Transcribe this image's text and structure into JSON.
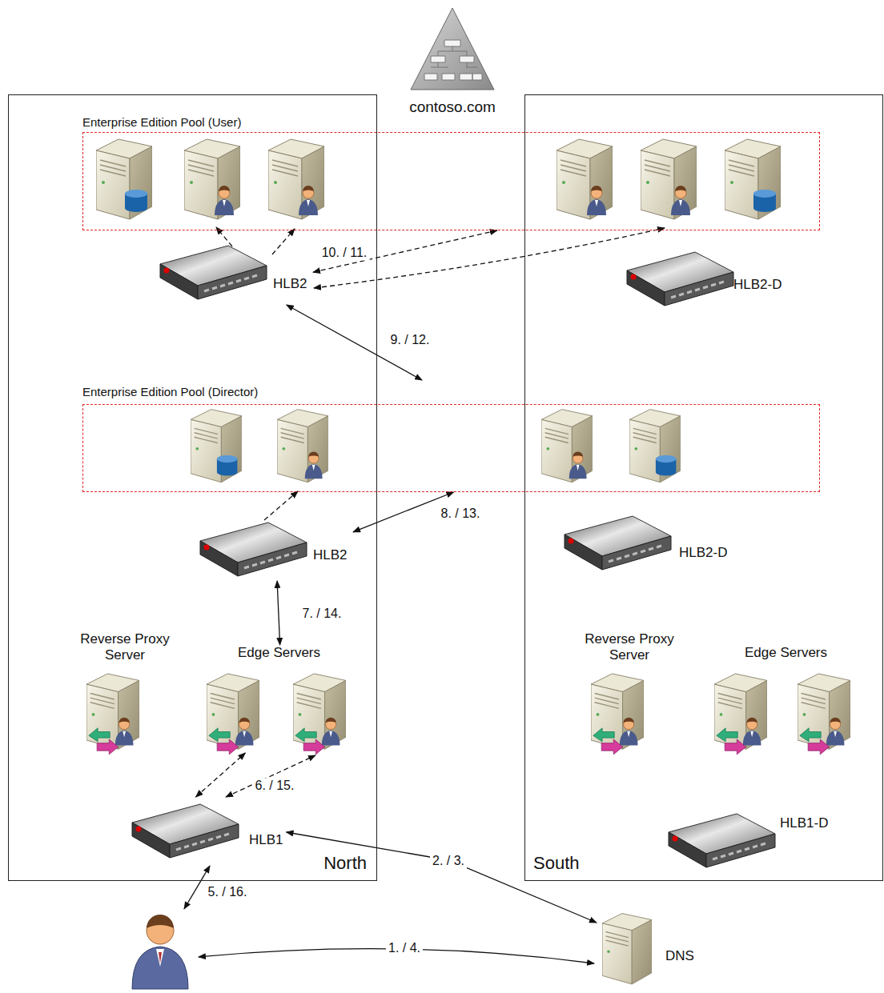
{
  "diagram": {
    "nodes": [
      {
        "text": [
          "contoso.com"
        ]
      },
      {
        "text": [
          "North"
        ]
      },
      {
        "text": [
          "South"
        ]
      },
      {
        "text": [
          "Enterprise Edition Pool (User)"
        ]
      },
      {
        "text": [
          "HLB2"
        ],
        "in": 1
      },
      {
        "text": [
          "HLB2-D"
        ],
        "in": 2
      },
      {
        "text": [
          "Enterprise Edition Pool (Director)"
        ]
      },
      {
        "text": [
          "HLB2"
        ],
        "in": 1
      },
      {
        "text": [
          "HLB2-D"
        ],
        "in": 2
      },
      {
        "text": [
          "Reverse Proxy Server"
        ],
        "in": 1
      },
      {
        "text": [
          "Edge Servers"
        ],
        "in": 1
      },
      {
        "text": [
          "Reverse Proxy Server"
        ],
        "in": 2
      },
      {
        "text": [
          "Edge Servers"
        ],
        "in": 2
      },
      {
        "text": [
          "HLB1"
        ],
        "in": 1
      },
      {
        "text": [
          "HLB1-D"
        ],
        "in": 2
      },
      {
        "text": [
          "DNS"
        ]
      }
    ],
    "edges": [
      {
        "from": 13,
        "to": 15,
        "label": "2. / 3.",
        "arrow": "both"
      },
      {
        "from": 13,
        "to": 10,
        "label": "6. / 15.",
        "arrow": "both"
      },
      {
        "from": 10,
        "to": 7,
        "label": "7. / 14.",
        "arrow": "both"
      },
      {
        "from": 7,
        "to": 6,
        "label": "8. / 13.",
        "arrow": "both"
      },
      {
        "from": 6,
        "to": 4,
        "label": "9. / 12.",
        "arrow": "both"
      },
      {
        "from": 4,
        "to": 3,
        "label": "10. / 11.",
        "arrow": "both"
      }
    ],
    "labels": [
      "1. / 4.",
      "5. / 16."
    ]
  }
}
